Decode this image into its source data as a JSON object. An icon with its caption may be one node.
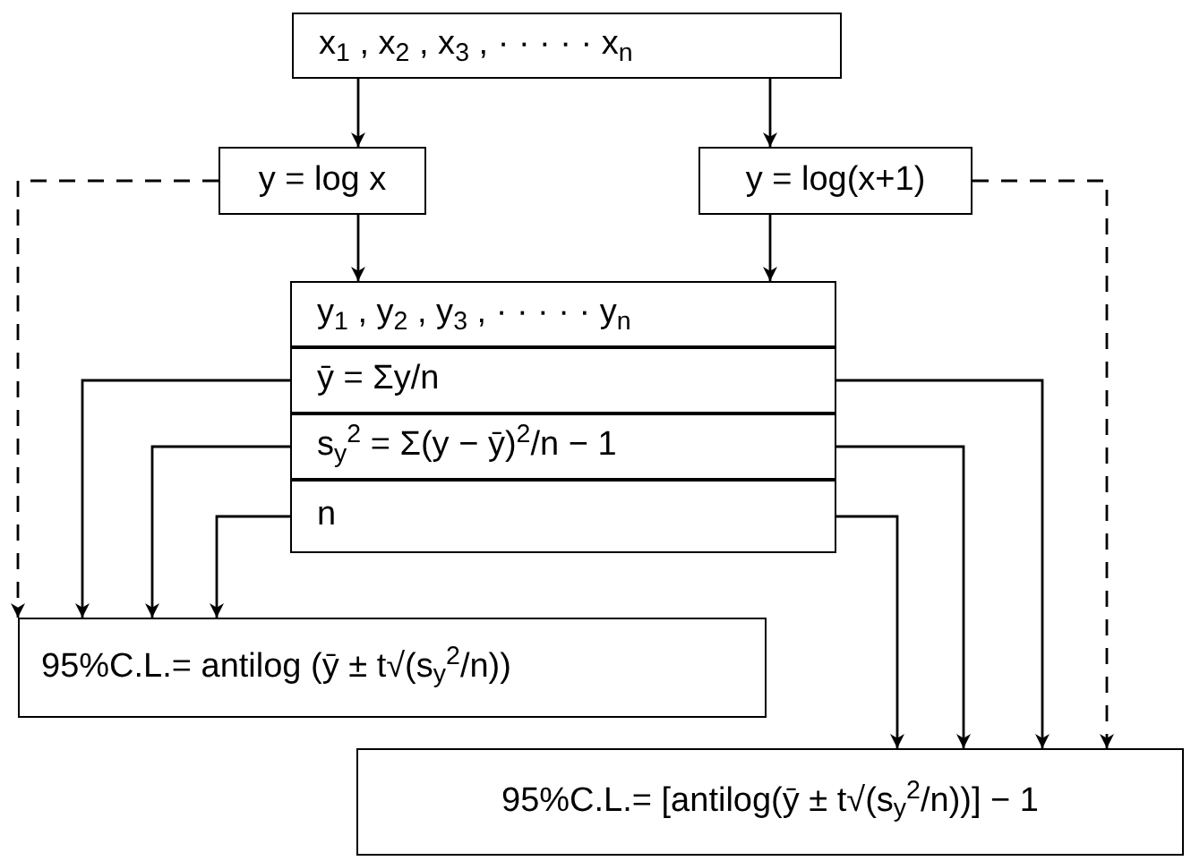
{
  "diagram": {
    "nodes": [
      {
        "text": [
          "x$_{1}$ , x$_{2}$ , x$_{3}$ , · · · · · x$_{n}$"
        ]
      },
      {
        "text": [
          "y = log x"
        ]
      },
      {
        "text": [
          "y = log(x+1)"
        ]
      },
      {
        "text": [
          "y$_{1}$ , y$_{2}$ , y$_{3}$ , · · · · · y$_{n}$"
        ]
      },
      {
        "text": [
          "ȳ = Σy/n"
        ]
      },
      {
        "text": [
          "s$_{y}$$^{2}$ = Σ(y − ȳ)$^{2}$/n − 1"
        ]
      },
      {
        "text": [
          "n"
        ]
      },
      {
        "text": [
          "95%C.L.= antilog (ȳ ± t√(s$_{y}$$^{2}$/n))"
        ]
      },
      {
        "text": [
          "95%C.L.= [antilog(ȳ ± t√(s$_{y}$$^{2}$/n))] − 1"
        ]
      }
    ],
    "edges": [
      {
        "from": 0,
        "to": 1,
        "arrow": "to"
      },
      {
        "from": 0,
        "to": 2,
        "arrow": "to"
      },
      {
        "from": 1,
        "to": 3,
        "arrow": "to"
      },
      {
        "from": 2,
        "to": 3,
        "arrow": "to"
      },
      {
        "from": 1,
        "to": 7,
        "arrow": "to",
        "style": "dashed"
      },
      {
        "from": 2,
        "to": 8,
        "arrow": "to",
        "style": "dashed"
      },
      {
        "from": 4,
        "to": 7,
        "arrow": "to"
      },
      {
        "from": 5,
        "to": 7,
        "arrow": "to"
      },
      {
        "from": 6,
        "to": 7,
        "arrow": "to"
      },
      {
        "from": 6,
        "to": 8,
        "arrow": "to"
      },
      {
        "from": 5,
        "to": 8,
        "arrow": "to"
      },
      {
        "from": 4,
        "to": 8,
        "arrow": "to"
      }
    ]
  }
}
